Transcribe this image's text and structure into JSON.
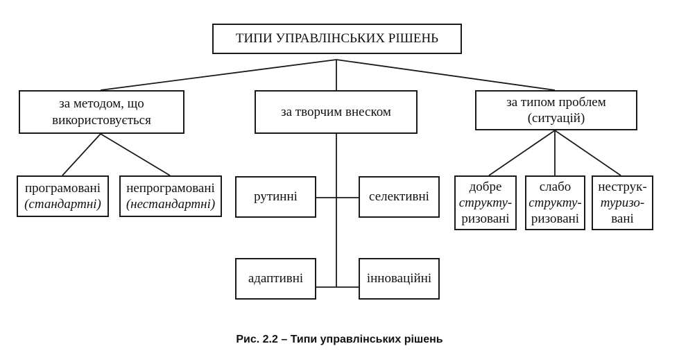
{
  "root": {
    "title": "ТИПИ УПРАВЛІНСЬКИХ РІШЕНЬ"
  },
  "categories": {
    "method": {
      "line1": "за методом, що",
      "line2": "використовується"
    },
    "creative": {
      "label": "за творчим внеском"
    },
    "problem": {
      "line1": "за типом проблем",
      "line2": "(ситуацій)"
    }
  },
  "method_items": {
    "programmed": {
      "line1": "програмовані",
      "line2": "(стандартні)"
    },
    "nonprogrammed": {
      "line1": "непрограмовані",
      "line2": "(нестандартні)"
    }
  },
  "creative_items": {
    "routine": "рутинні",
    "selective": "селективні",
    "adaptive": "адаптивні",
    "innovative": "інноваційні"
  },
  "problem_items": {
    "well": {
      "line1": "добре",
      "line2": "структу-",
      "line3": "ризовані"
    },
    "weak": {
      "line1": "слабо",
      "line2": "структу-",
      "line3": "ризовані"
    },
    "un": {
      "line1": "неструк-",
      "line2": "туризо-",
      "line3": "вані"
    }
  },
  "caption": "Рис. 2.2 – Типи управлінських рішень"
}
